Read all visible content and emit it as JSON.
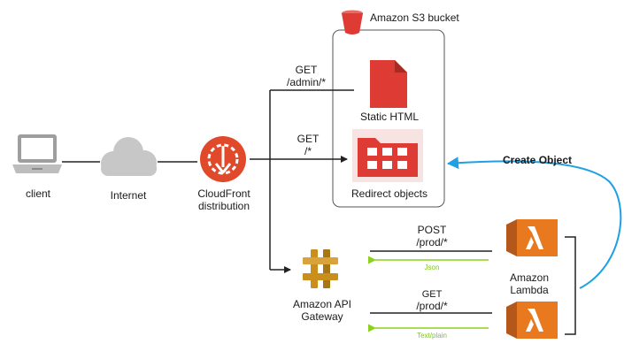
{
  "labels": {
    "s3_bucket": "Amazon S3 bucket",
    "client": "client",
    "internet": "Internet",
    "cloudfront_line1": "CloudFront",
    "cloudfront_line2": "distribution",
    "static_html": "Static HTML",
    "redirect_objects": "Redirect objects",
    "create_object": "Create Object",
    "api_gateway_line1": "Amazon API",
    "api_gateway_line2": "Gateway",
    "lambda_line1": "Amazon",
    "lambda_line2": "Lambda"
  },
  "routes": {
    "admin_method": "GET",
    "admin_path": "/admin/*",
    "default_method": "GET",
    "default_path": "/*",
    "post_method": "POST",
    "post_path": "/prod/*",
    "post_response": "Json",
    "get_method": "GET",
    "get_path": "/prod/*",
    "get_response": "Text/plain"
  },
  "colors": {
    "s3_red": "#dd3b33",
    "cloudfront_red": "#e04a2b",
    "lambda_orange": "#e8791f",
    "api_gold": "#c88f1c",
    "cloud_gray": "#c7c7c7",
    "create_object_arrow": "#1fa0e3",
    "response_arrow": "#8cd21c"
  },
  "icons": [
    "laptop-icon",
    "cloud-icon",
    "cloudfront-icon",
    "s3-bucket-icon",
    "file-icon",
    "folder-icon",
    "api-gateway-icon",
    "lambda-icon"
  ]
}
